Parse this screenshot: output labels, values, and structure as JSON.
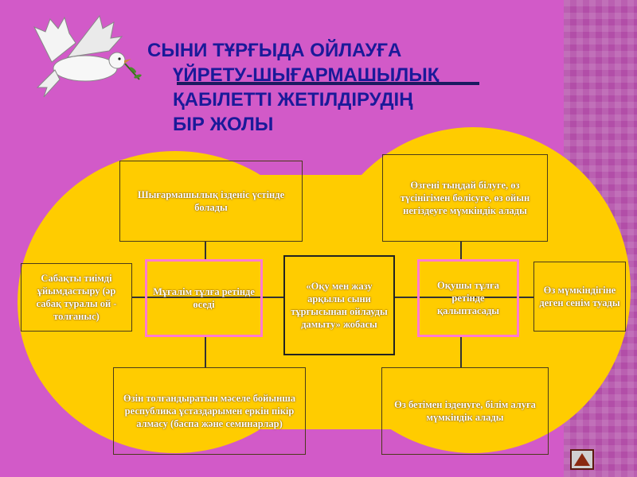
{
  "title": {
    "line1": "СЫНИ ТҰРҒЫДА ОЙЛАУҒА",
    "line2": "ҮЙРЕТУ-ШЫҒАРМАШЫЛЫҚ",
    "line3": "ҚАБІЛЕТТІ ЖЕТІЛДІРУДІҢ",
    "line4": "БІР ЖОЛЫ"
  },
  "colors": {
    "background": "#d25ac8",
    "blob": "#ffcc00",
    "title_text": "#1a1a99",
    "pink_border": "#ff7ad0"
  },
  "icons": {
    "dove": "dove-icon",
    "nav": "up-arrow-icon"
  },
  "diagram": {
    "center": "«Оқу мен жазу арқылы сыни тұрғысынан ойлауды дамыту» жобасы",
    "teacher": "Мұғалім тұлға ретінде өседі",
    "student": "Оқушы тұлға ретінде қалыптасады",
    "top_left": "Шығармашылық ізденіс үстінде болады",
    "left": "Сабақты тиімді ұйымдастыру (әр сабақ туралы ой - толғаныс)",
    "bottom_left": "Өзін толғандыратын мәселе бойынша республика ұстаздарымен еркін пікір алмасу (баспа және семинарлар)",
    "top_right": "Өзгені тыңдай білуге, өз түсінігімен бөлісуге, өз ойын негіздеуге мүмкіндік алады",
    "right": "Өз мүмкіндігіне деген сенім туады",
    "bottom_right": "Өз бетімен ізденуге, білім алуға мүмкіндік алады"
  }
}
